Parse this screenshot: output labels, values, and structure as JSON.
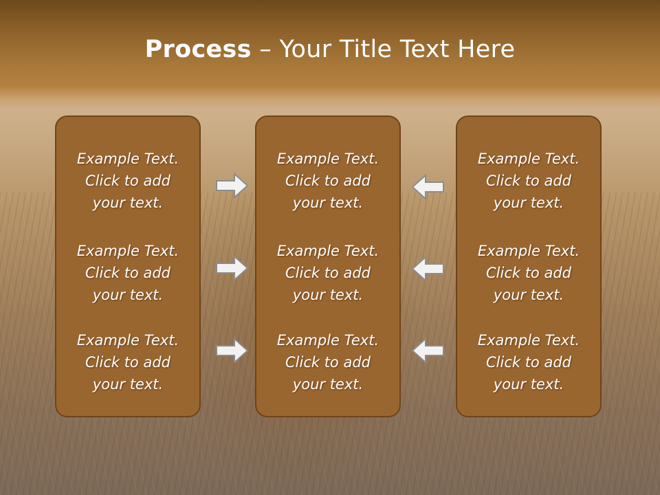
{
  "title": {
    "bold": "Process",
    "rest": " – Your Title Text Here"
  },
  "columns": [
    {
      "items": [
        {
          "l1": "Example Text.",
          "l2": "Click  to add",
          "l3": "your text."
        },
        {
          "l1": "Example Text.",
          "l2": "Click  to add",
          "l3": "your text."
        },
        {
          "l1": "Example Text.",
          "l2": "Click  to add",
          "l3": "your text."
        }
      ]
    },
    {
      "items": [
        {
          "l1": "Example Text.",
          "l2": "Click  to add",
          "l3": "your text."
        },
        {
          "l1": "Example Text.",
          "l2": "Click  to add",
          "l3": "your text."
        },
        {
          "l1": "Example Text.",
          "l2": "Click  to add",
          "l3": "your text."
        }
      ]
    },
    {
      "items": [
        {
          "l1": "Example Text.",
          "l2": "Click  to add",
          "l3": "your text."
        },
        {
          "l1": "Example Text.",
          "l2": "Click  to add",
          "l3": "your text."
        },
        {
          "l1": "Example Text.",
          "l2": "Click  to add",
          "l3": "your text."
        }
      ]
    }
  ],
  "arrows": {
    "left_group": "arrow-right-icon",
    "right_group": "arrow-left-icon"
  },
  "colors": {
    "title_band": "#8a5f28",
    "box_fill": "#9a6630",
    "box_border": "#6e4418",
    "arrow_fill": "#f2f2f2",
    "arrow_stroke": "#8c8c8c"
  }
}
